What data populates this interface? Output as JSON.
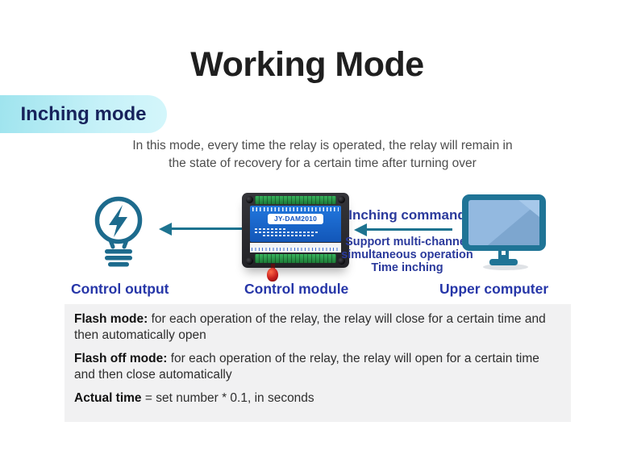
{
  "header": {
    "title": "Working Mode",
    "badge": "Inching mode"
  },
  "intro": {
    "line1": "In this mode, every time the relay is operated, the relay will remain in",
    "line2": "the state of recovery for a certain time after turning over"
  },
  "diagram": {
    "command_label": "Inching command",
    "command_notes": [
      "Support multi-channel",
      "simultaneous operation",
      "Time inching"
    ],
    "module_model": "JY-DAM2010",
    "caption_left": "Control output",
    "caption_center": "Control module",
    "caption_right": "Upper computer"
  },
  "notes": [
    {
      "term": "Flash mode:",
      "text": "for each operation of the relay, the relay will close for a certain time and then automatically open"
    },
    {
      "term": "Flash off mode:",
      "text": "for each operation of the relay, the relay will open for a certain time and then close automatically"
    },
    {
      "term": "Actual time",
      "text": "= set number * 0.1, in seconds"
    }
  ],
  "colors": {
    "accent_teal": "#1d7390",
    "label_blue": "#2636a8",
    "command_blue": "#2b3a9c",
    "badge_text": "#17235c",
    "badge_gradient_start": "#9fe4ee",
    "badge_gradient_end": "#d4f6fb",
    "note_box_bg": "#f1f1f2",
    "module_panel_blue": "#1c63c9",
    "monitor_screen_blue": "#93b9e0"
  }
}
